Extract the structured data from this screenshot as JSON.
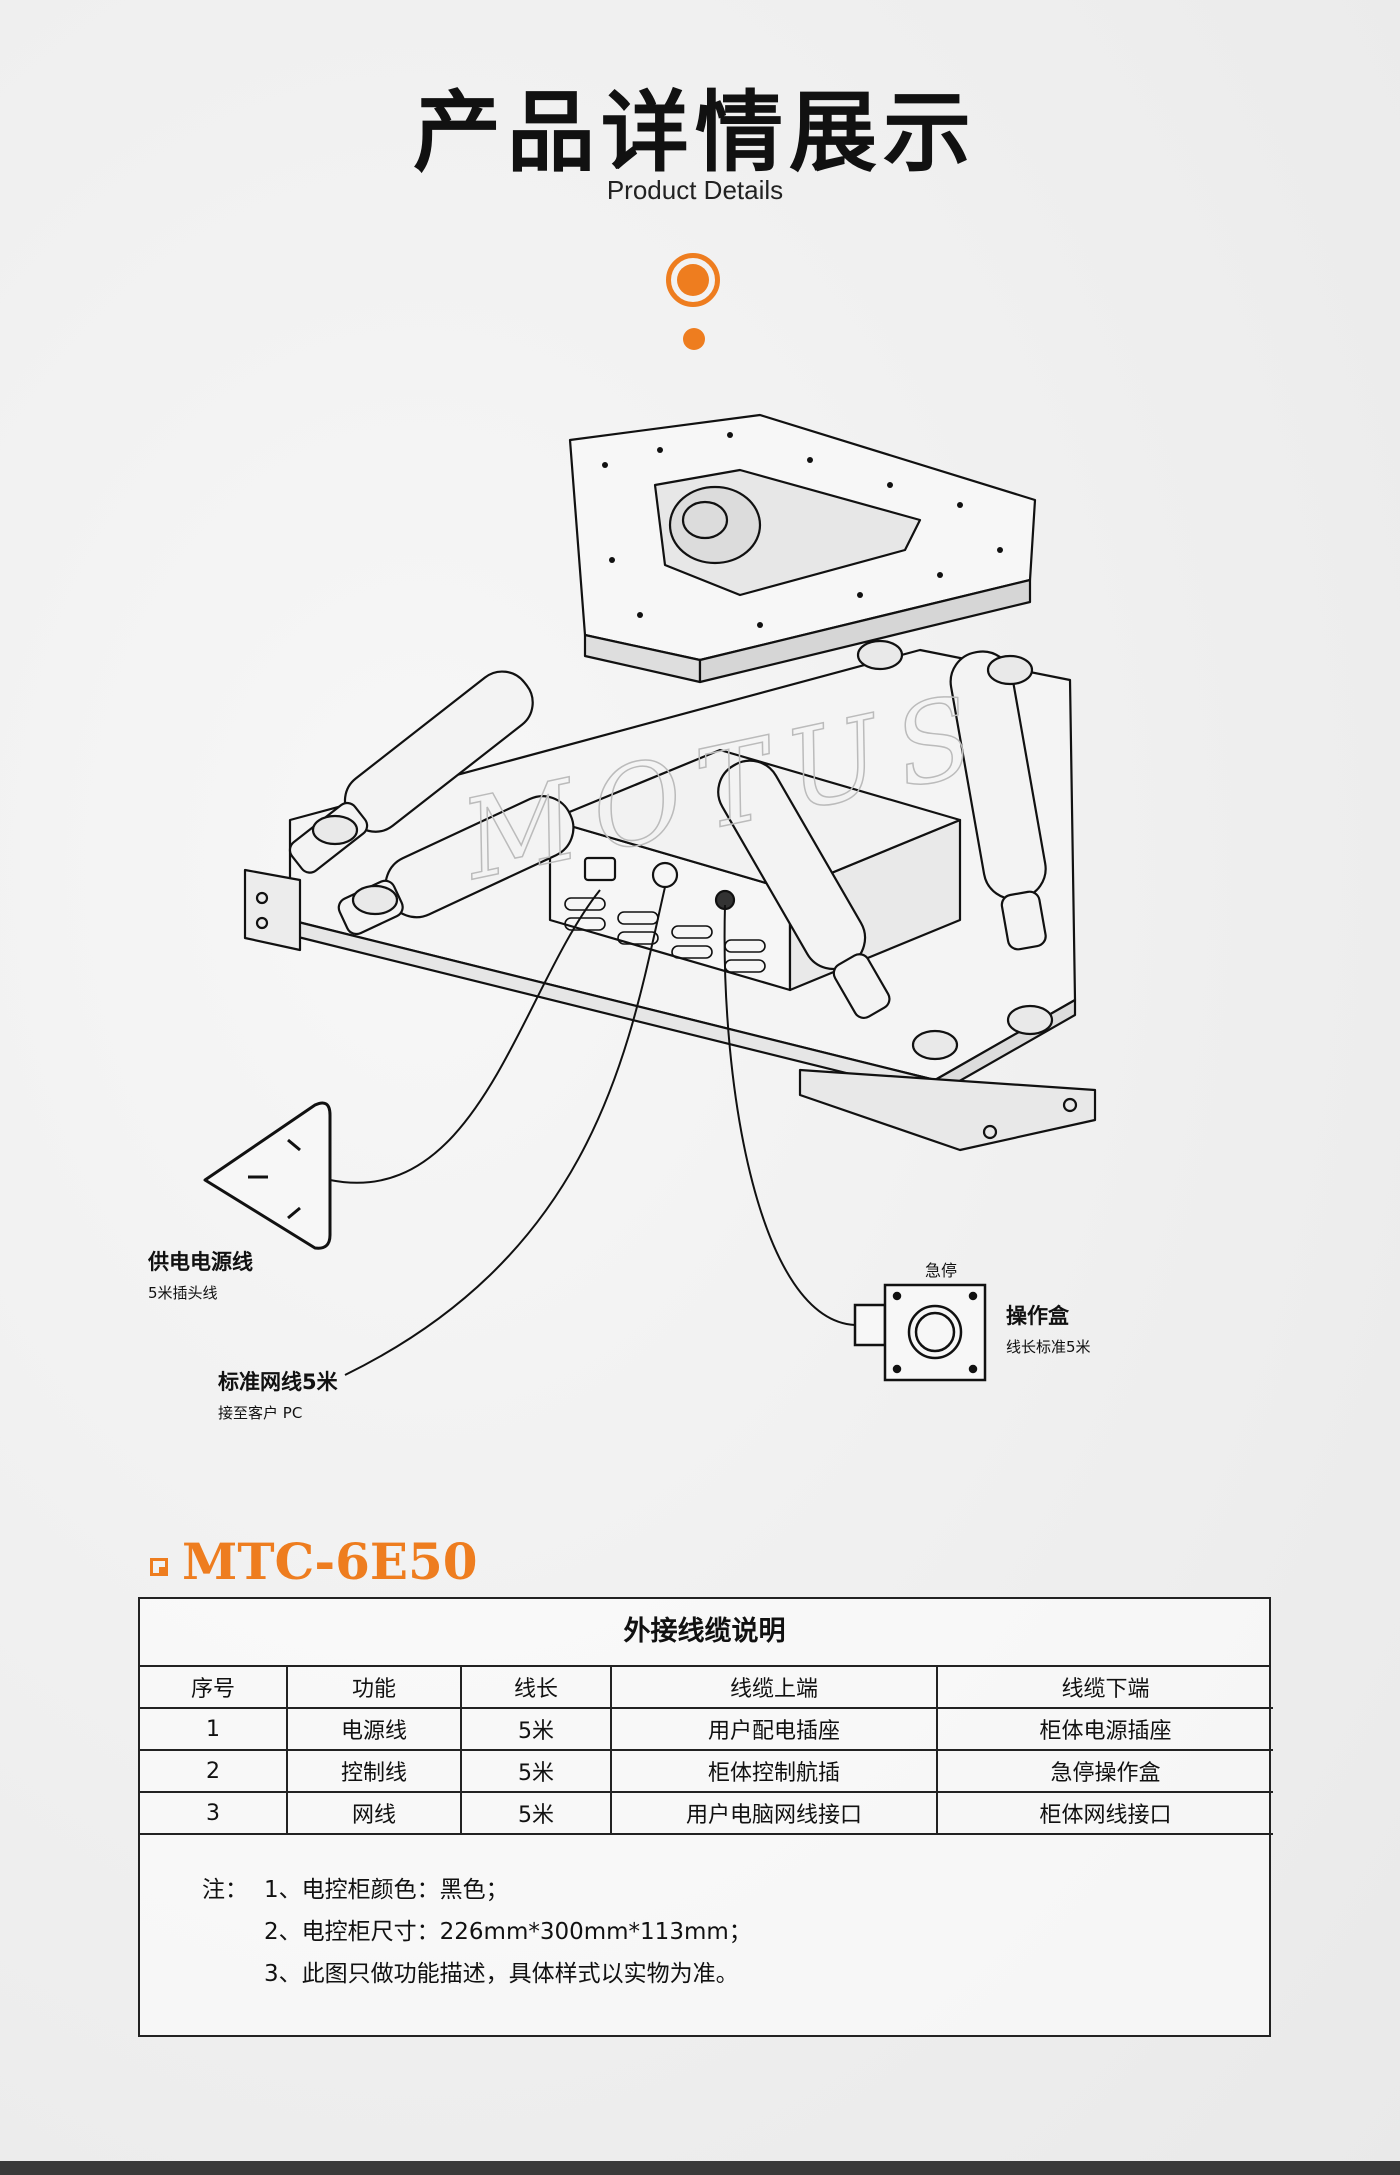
{
  "header": {
    "title": "产品详情展示",
    "subtitle": "Product Details"
  },
  "colors": {
    "accent": "#ee7d1f",
    "ink": "#111111"
  },
  "figure": {
    "watermark": "MOTUS",
    "callouts": {
      "power": {
        "main": "供电电源线",
        "sub": "5米插头线"
      },
      "network": {
        "main": "标准网线5米",
        "sub": "接至客户 PC"
      },
      "estop": {
        "top": "急停",
        "main": "操作盒",
        "sub": "线长标准5米"
      }
    }
  },
  "model": "MTC-6E50",
  "cable_table": {
    "caption": "外接线缆说明",
    "columns": [
      "序号",
      "功能",
      "线长",
      "线缆上端",
      "线缆下端"
    ],
    "rows": [
      [
        "1",
        "电源线",
        "5米",
        "用户配电插座",
        "柜体电源插座"
      ],
      [
        "2",
        "控制线",
        "5米",
        "柜体控制航插",
        "急停操作盒"
      ],
      [
        "3",
        "网线",
        "5米",
        "用户电脑网线接口",
        "柜体网线接口"
      ]
    ],
    "notes_label": "注：",
    "notes": [
      "1、电控柜颜色：黑色；",
      "2、电控柜尺寸：226mm*300mm*113mm；",
      "3、此图只做功能描述，具体样式以实物为准。"
    ]
  }
}
